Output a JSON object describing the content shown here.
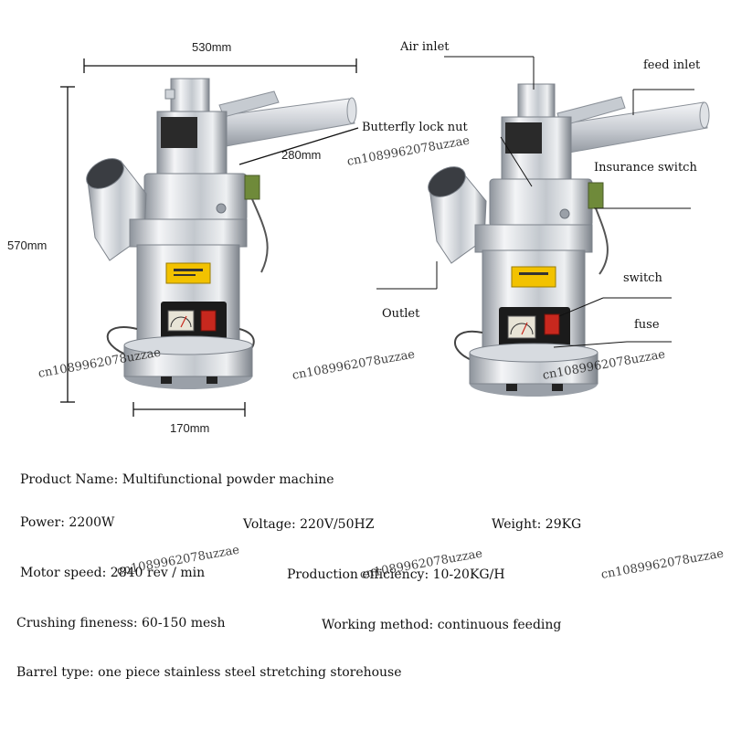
{
  "dimensions": {
    "width": "530mm",
    "height": "570mm",
    "feed_pipe": "280mm",
    "base": "170mm"
  },
  "callouts": {
    "air_inlet": "Air inlet",
    "feed_inlet": "feed inlet",
    "butterfly_lock_nut": "Butterfly lock nut",
    "insurance_switch": "Insurance switch",
    "switch": "switch",
    "outlet": "Outlet",
    "fuse": "fuse"
  },
  "specs": {
    "product_name": "Product Name: Multifunctional powder machine",
    "power": "Power: 2200W",
    "voltage": "Voltage: 220V/50HZ",
    "weight": "Weight: 29KG",
    "motor_speed": "Motor speed: 2840 rev / min",
    "production_efficiency": "Production efficiency: 10-20KG/H",
    "crushing_fineness": "Crushing fineness: 60-150 mesh",
    "working_method": "Working method: continuous feeding",
    "barrel_type": "Barrel type: one piece stainless steel stretching storehouse"
  },
  "watermark": "cn1089962078uzzae",
  "colors": {
    "steel_light": "#e9ebee",
    "steel_mid": "#b9bec6",
    "steel_dark": "#6f757e",
    "panel_black": "#1b1b1b",
    "warning_yellow": "#f2c200",
    "red_switch": "#c8281e"
  }
}
